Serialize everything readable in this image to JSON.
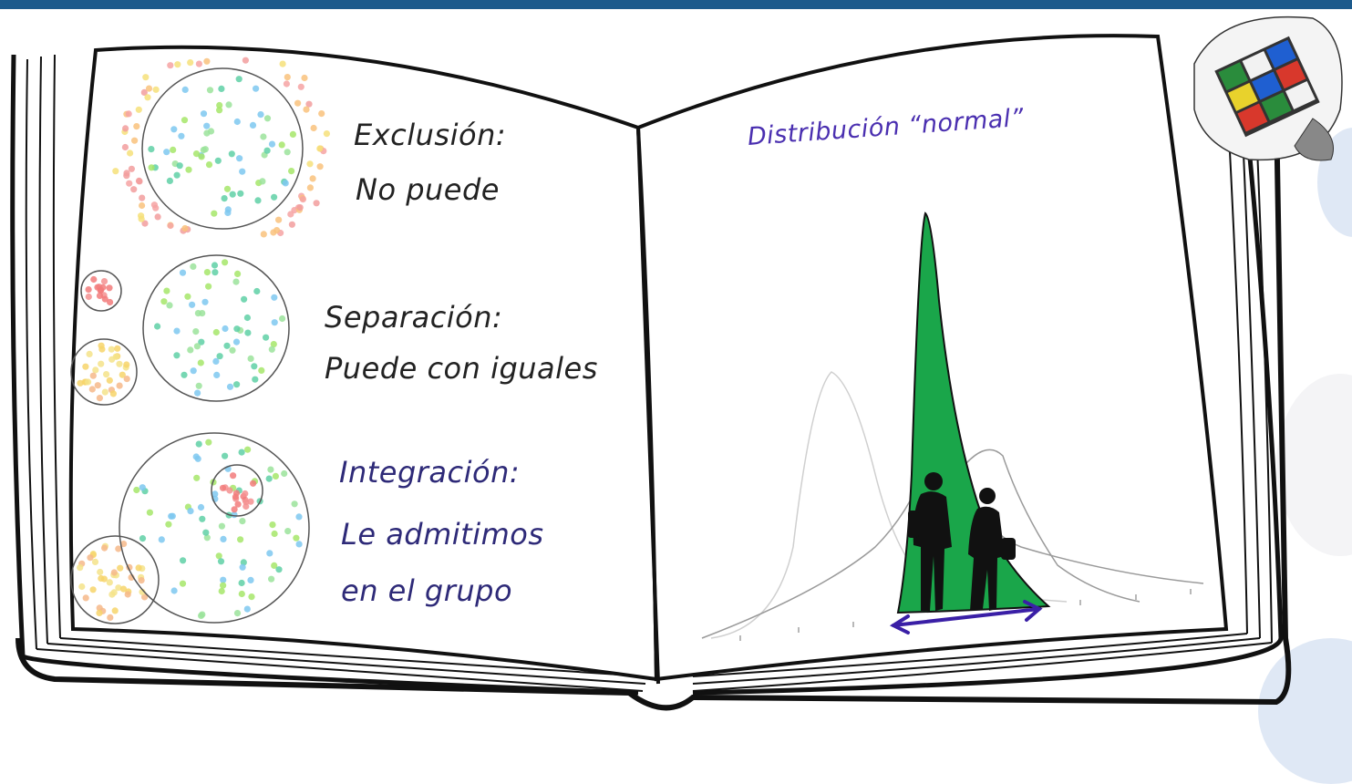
{
  "left_page": {
    "sections": [
      {
        "title": "Exclusión:",
        "subtitle": "No puede",
        "color": "#222222"
      },
      {
        "title": "Separación:",
        "subtitle": "Puede con iguales",
        "color": "#222222"
      },
      {
        "title": "Integración:",
        "subtitle": "Le admitimos",
        "subtitle2": "en el grupo",
        "color": "#2e2a78"
      }
    ]
  },
  "right_page": {
    "title": "Distribución “normal”",
    "curve_colors": {
      "highlight": "#1aa64a",
      "arrow": "#3a1fa6",
      "faint": "#c8c8c8",
      "mid": "#9a9a9a"
    }
  },
  "dot_colors": {
    "outside": [
      "#f6a3a3",
      "#f9c27c",
      "#f6e07a",
      "#f29d9d"
    ],
    "inside": [
      "#7ec8f0",
      "#9be39b",
      "#5fd0a6",
      "#a6e66a"
    ],
    "red": [
      "#f27b7b",
      "#f59090"
    ],
    "yellow": [
      "#f7d56b",
      "#f6b98a",
      "#f4e38a"
    ]
  },
  "topbar_color": "#1c5a8c"
}
